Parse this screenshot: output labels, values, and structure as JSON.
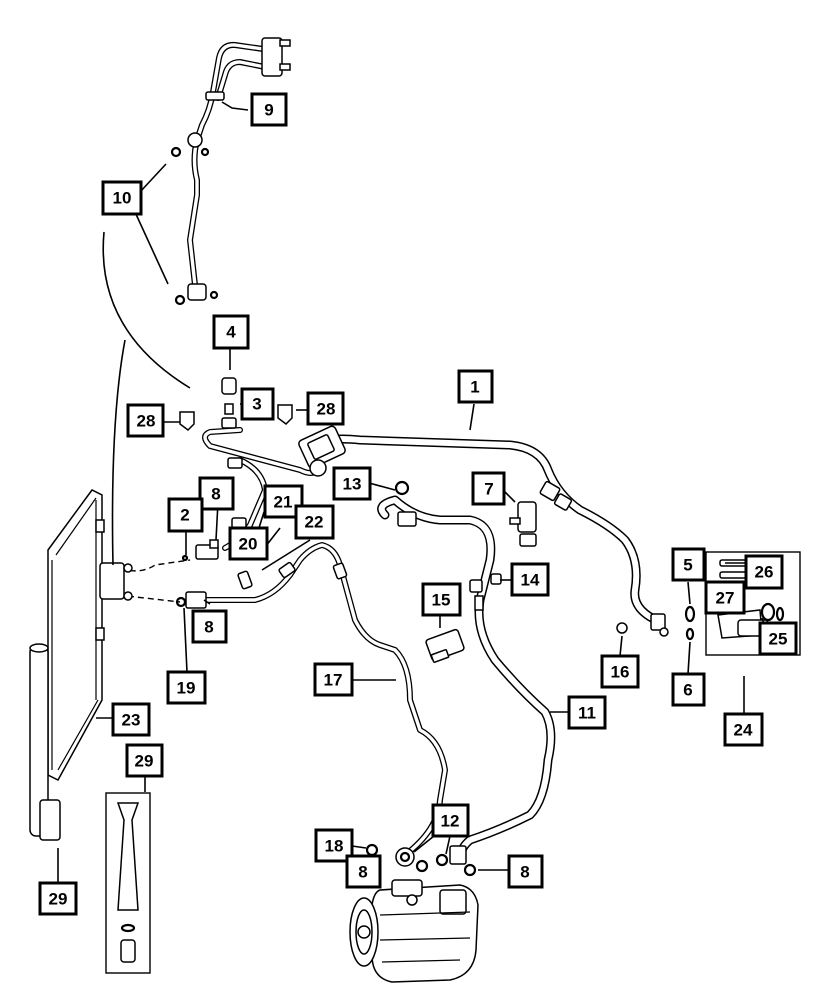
{
  "diagram": {
    "callouts": [
      {
        "id": "c1",
        "label": "1"
      },
      {
        "id": "c2",
        "label": "2"
      },
      {
        "id": "c3",
        "label": "3"
      },
      {
        "id": "c4",
        "label": "4"
      },
      {
        "id": "c5",
        "label": "5"
      },
      {
        "id": "c6",
        "label": "6"
      },
      {
        "id": "c7",
        "label": "7"
      },
      {
        "id": "c8a",
        "label": "8"
      },
      {
        "id": "c8b",
        "label": "8"
      },
      {
        "id": "c8c",
        "label": "8"
      },
      {
        "id": "c8d",
        "label": "8"
      },
      {
        "id": "c9",
        "label": "9"
      },
      {
        "id": "c10",
        "label": "10"
      },
      {
        "id": "c11",
        "label": "11"
      },
      {
        "id": "c12",
        "label": "12"
      },
      {
        "id": "c13",
        "label": "13"
      },
      {
        "id": "c14",
        "label": "14"
      },
      {
        "id": "c15",
        "label": "15"
      },
      {
        "id": "c16",
        "label": "16"
      },
      {
        "id": "c17",
        "label": "17"
      },
      {
        "id": "c18",
        "label": "18"
      },
      {
        "id": "c19",
        "label": "19"
      },
      {
        "id": "c20",
        "label": "20"
      },
      {
        "id": "c21",
        "label": "21"
      },
      {
        "id": "c22",
        "label": "22"
      },
      {
        "id": "c23",
        "label": "23"
      },
      {
        "id": "c24",
        "label": "24"
      },
      {
        "id": "c25",
        "label": "25"
      },
      {
        "id": "c26",
        "label": "26"
      },
      {
        "id": "c27",
        "label": "27"
      },
      {
        "id": "c28a",
        "label": "28"
      },
      {
        "id": "c28b",
        "label": "28"
      },
      {
        "id": "c29a",
        "label": "29"
      },
      {
        "id": "c29b",
        "label": "29"
      }
    ]
  }
}
